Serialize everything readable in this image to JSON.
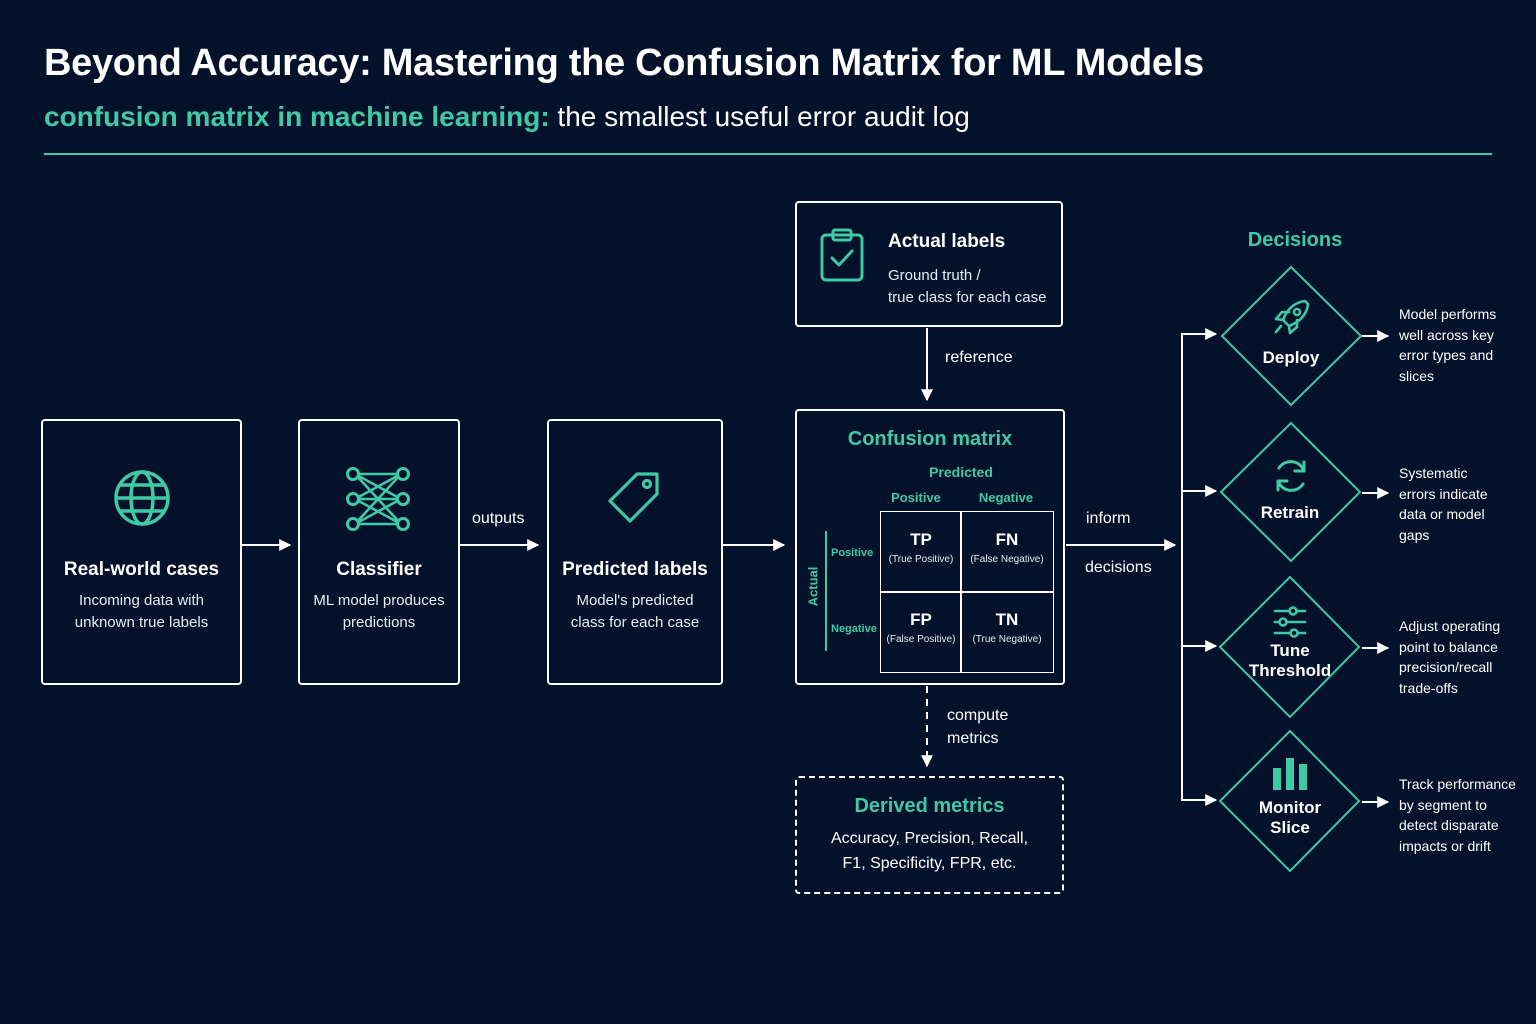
{
  "header": {
    "title": "Beyond Accuracy: Mastering the Confusion Matrix for ML Models",
    "subtitle_highlight": "confusion matrix in machine learning:",
    "subtitle_rest": " the smallest useful error audit log"
  },
  "colors": {
    "background": "#03122a",
    "accent": "#3fc9a5",
    "text": "#ffffff"
  },
  "pipeline": {
    "real_world": {
      "icon": "globe-icon",
      "title": "Real-world cases",
      "desc_line1": "Incoming data with",
      "desc_line2": "unknown true labels"
    },
    "classifier": {
      "icon": "neural-network-icon",
      "title": "Classifier",
      "desc_line1": "ML model produces",
      "desc_line2": "predictions"
    },
    "predicted": {
      "icon": "tag-icon",
      "title": "Predicted labels",
      "desc_line1": "Model's predicted",
      "desc_line2": "class for each case"
    },
    "outputs_label": "outputs"
  },
  "actual": {
    "icon": "clipboard-check-icon",
    "title": "Actual labels",
    "desc_line1": "Ground truth /",
    "desc_line2": "true class for each case",
    "reference_label": "reference"
  },
  "matrix": {
    "title": "Confusion matrix",
    "predicted_label": "Predicted",
    "actual_label": "Actual",
    "col_positive": "Positive",
    "col_negative": "Negative",
    "row_positive": "Positive",
    "row_negative": "Negative",
    "cells": [
      {
        "key": "TP",
        "sub": "(True Positive)"
      },
      {
        "key": "FN",
        "sub": "(False Negative)"
      },
      {
        "key": "FP",
        "sub": "(False Positive)"
      },
      {
        "key": "TN",
        "sub": "(True Negative)"
      }
    ],
    "inform_label": "inform",
    "decisions_label": "decisions",
    "compute_line1": "compute",
    "compute_line2": "metrics"
  },
  "derived": {
    "title": "Derived metrics",
    "line1": "Accuracy, Precision, Recall,",
    "line2": "F1, Specificity, FPR, etc."
  },
  "decisions": {
    "heading": "Decisions",
    "items": [
      {
        "icon": "rocket-icon",
        "label_line1": "Deploy",
        "label_line2": "",
        "desc": [
          "Model performs",
          "well across key",
          "error types and",
          "slices"
        ]
      },
      {
        "icon": "refresh-icon",
        "label_line1": "Retrain",
        "label_line2": "",
        "desc": [
          "Systematic",
          "errors indicate",
          "data or model",
          "gaps"
        ]
      },
      {
        "icon": "sliders-icon",
        "label_line1": "Tune",
        "label_line2": "Threshold",
        "desc": [
          "Adjust operating",
          "point to balance",
          "precision/recall",
          "trade-offs"
        ]
      },
      {
        "icon": "bar-chart-icon",
        "label_line1": "Monitor",
        "label_line2": "Slice",
        "desc": [
          "Track performance",
          "by segment to",
          "detect disparate",
          "impacts or drift"
        ]
      }
    ]
  }
}
